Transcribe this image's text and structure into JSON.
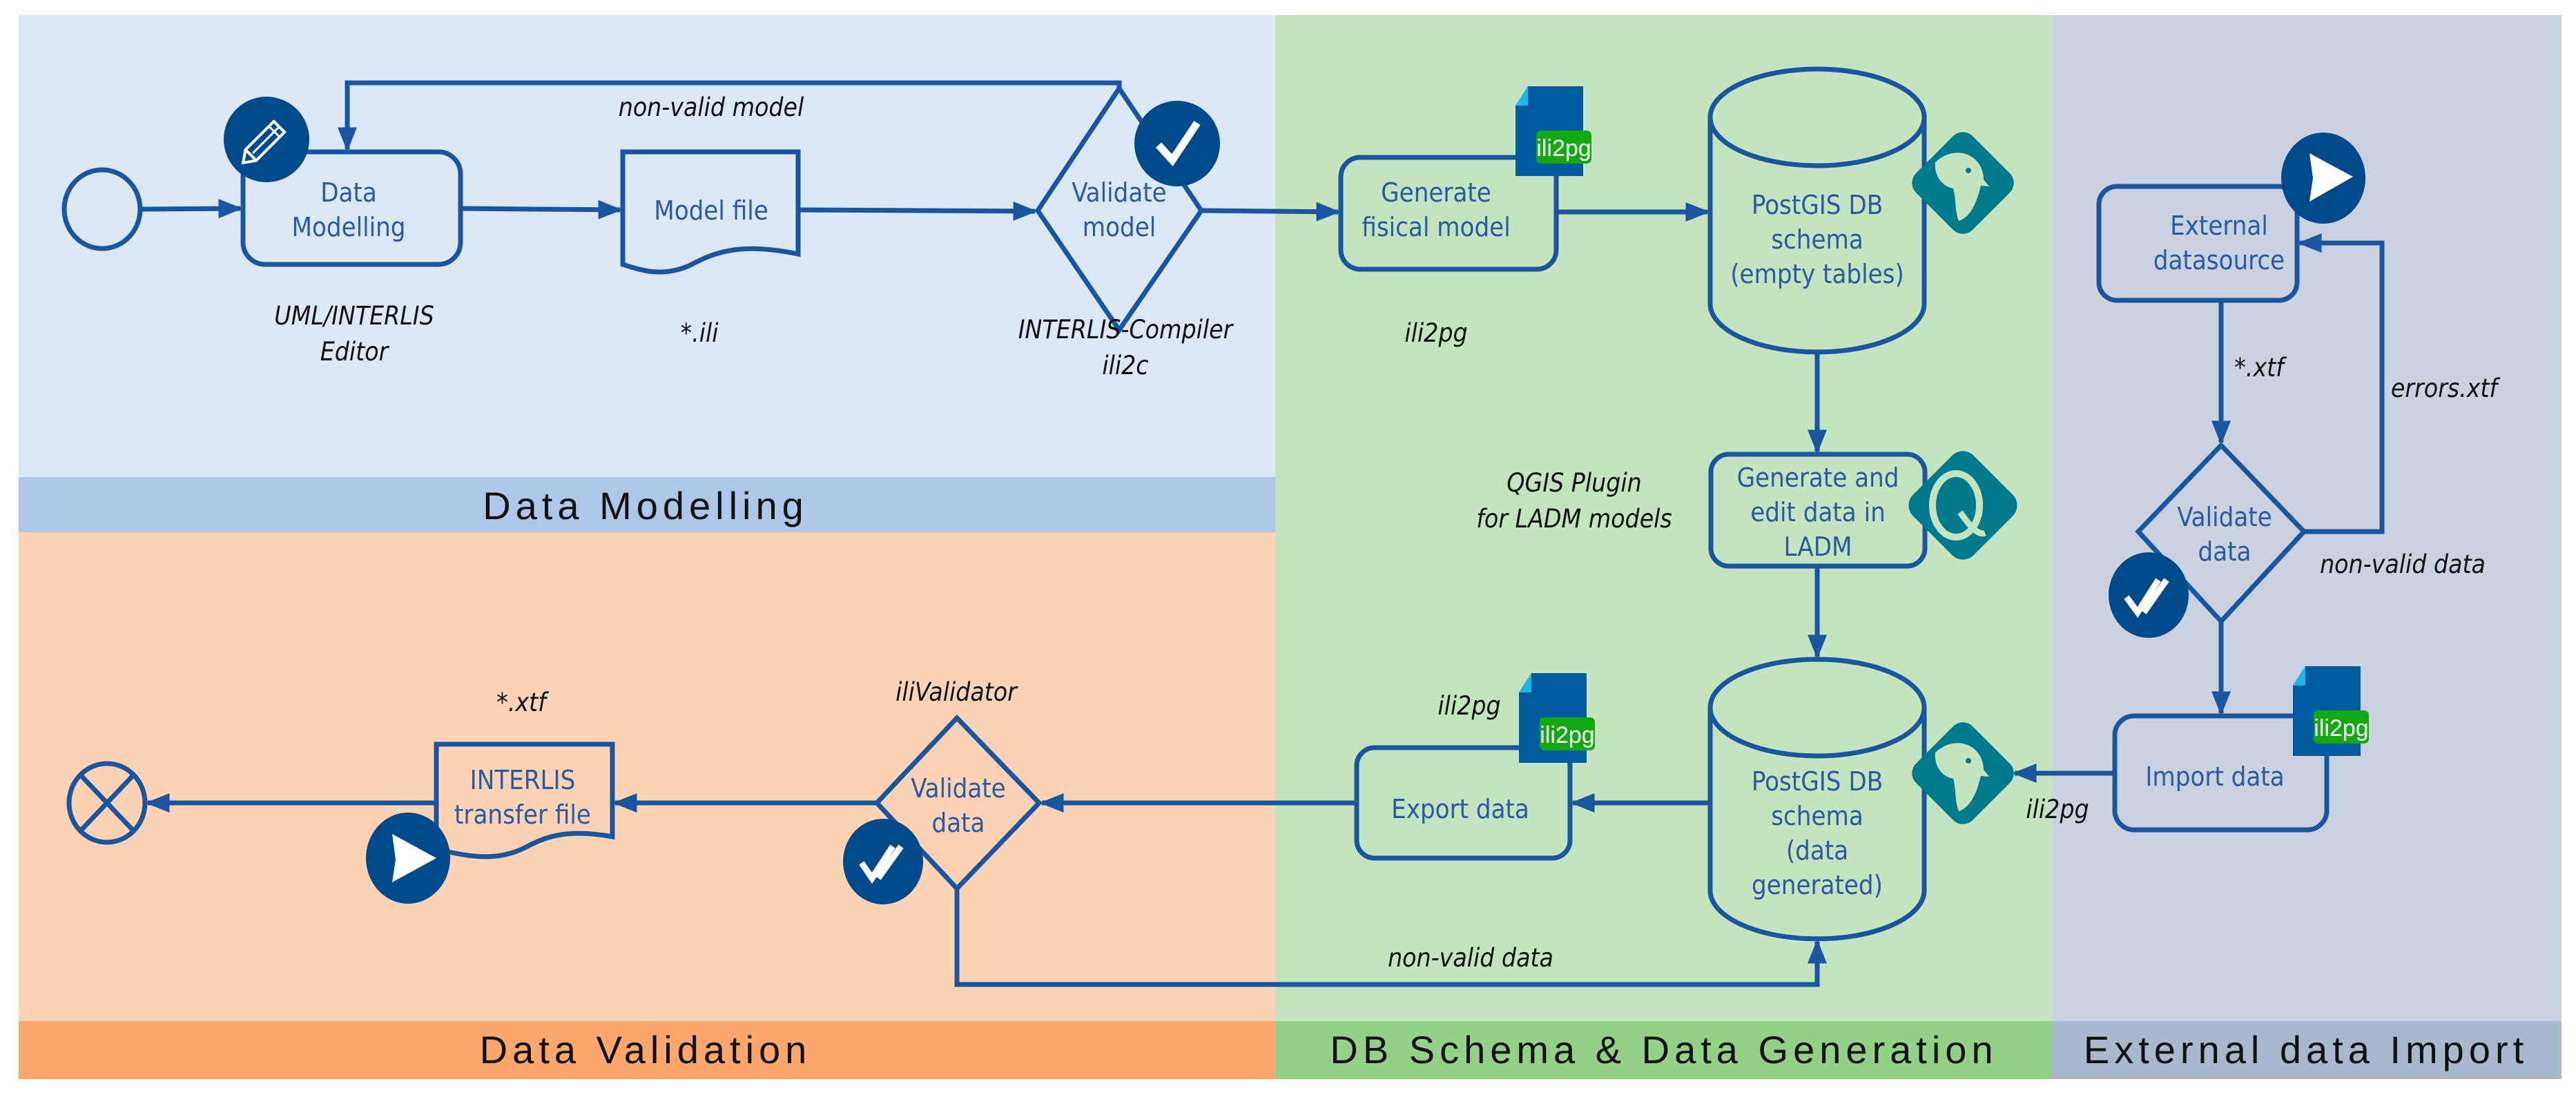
{
  "colors": {
    "line": "#1a56a0",
    "node_text": "#2a5aa0",
    "badge_dark": "#004a8c",
    "postgres_teal": "#00798c",
    "ili2pg_green": "#14a814",
    "ili2pg_file": "#005a9e",
    "ili2pg_fold": "#1ab7e8",
    "lane_modelling_bg": "#dde8f6",
    "lane_modelling_band": "#aec7e8",
    "lane_validation_bg": "#fdd3b6",
    "lane_validation_band": "#fda76e",
    "lane_schema_bg": "#c3e4be",
    "lane_schema_band": "#93d186",
    "lane_import_bg": "#c9d2de",
    "lane_import_band": "#a9b8cc"
  },
  "lanes": {
    "modelling": "Data Modelling",
    "validation": "Data Validation",
    "schema": "DB Schema & Data Generation",
    "import": "External data Import"
  },
  "nodes": {
    "data_modelling": [
      "Data",
      "Modelling"
    ],
    "model_file": [
      "Model file"
    ],
    "validate_model": [
      "Validate",
      "model"
    ],
    "generate_fisical": [
      "Generate",
      "fisical model"
    ],
    "postgis_empty": [
      "PostGIS DB",
      "schema",
      "(empty tables)"
    ],
    "generate_edit_ladm": [
      "Generate and",
      "edit data in",
      "LADM"
    ],
    "postgis_generated": [
      "PostGIS DB",
      "schema",
      "(data",
      "generated)"
    ],
    "export_data": [
      "Export data"
    ],
    "validate_data_bottom": [
      "Validate",
      "data"
    ],
    "interlis_transfer": [
      "INTERLIS",
      "transfer file"
    ],
    "external_datasource": [
      "External",
      "datasource"
    ],
    "validate_data_right": [
      "Validate",
      "data"
    ],
    "import_data": [
      "Import data"
    ]
  },
  "annotations": {
    "uml_editor": [
      "UML/INTERLIS",
      "Editor"
    ],
    "ili_ext": "*.ili",
    "compiler": [
      "INTERLIS-Compiler",
      "ili2c"
    ],
    "ili2pg_top": "ili2pg",
    "non_valid_model": "non-valid model",
    "qgis_plugin": [
      "QGIS Plugin",
      "for LADM models"
    ],
    "ili2pg_export": "ili2pg",
    "ilivalidator": "iliValidator",
    "xtf_bottom": "*.xtf",
    "non_valid_data_bottom": "non-valid data",
    "xtf_right": "*.xtf",
    "errors_xtf": "errors.xtf",
    "non_valid_data_right": "non-valid data",
    "ili2pg_import": "ili2pg"
  },
  "badges": {
    "ili2pg_label": "ili2pg"
  },
  "icons": {
    "start": "start-event-circle",
    "end": "end-event-x-circle",
    "pencil": "pencil-icon",
    "check": "check-icon",
    "double_check": "double-check-icon",
    "send": "send-icon",
    "postgres": "postgresql-elephant-icon",
    "qgis": "qgis-q-icon",
    "ili2pg_file": "ili2pg-file-icon"
  }
}
